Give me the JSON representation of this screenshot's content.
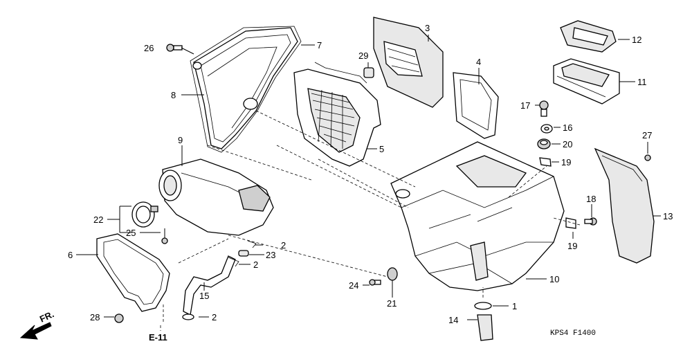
{
  "callouts": [
    {
      "id": "c1",
      "text": "1"
    },
    {
      "id": "c2a",
      "text": "2"
    },
    {
      "id": "c2b",
      "text": "2"
    },
    {
      "id": "c2c",
      "text": "2"
    },
    {
      "id": "c3",
      "text": "3"
    },
    {
      "id": "c4",
      "text": "4"
    },
    {
      "id": "c5",
      "text": "5"
    },
    {
      "id": "c6",
      "text": "6"
    },
    {
      "id": "c7",
      "text": "7"
    },
    {
      "id": "c8",
      "text": "8"
    },
    {
      "id": "c9",
      "text": "9"
    },
    {
      "id": "c10",
      "text": "10"
    },
    {
      "id": "c11",
      "text": "11"
    },
    {
      "id": "c12",
      "text": "12"
    },
    {
      "id": "c13",
      "text": "13"
    },
    {
      "id": "c14",
      "text": "14"
    },
    {
      "id": "c15",
      "text": "15"
    },
    {
      "id": "c16",
      "text": "16"
    },
    {
      "id": "c17",
      "text": "17"
    },
    {
      "id": "c18",
      "text": "18"
    },
    {
      "id": "c19a",
      "text": "19"
    },
    {
      "id": "c19b",
      "text": "19"
    },
    {
      "id": "c20",
      "text": "20"
    },
    {
      "id": "c21",
      "text": "21"
    },
    {
      "id": "c22",
      "text": "22"
    },
    {
      "id": "c23",
      "text": "23"
    },
    {
      "id": "c24",
      "text": "24"
    },
    {
      "id": "c25",
      "text": "25"
    },
    {
      "id": "c26",
      "text": "26"
    },
    {
      "id": "c27",
      "text": "27"
    },
    {
      "id": "c28",
      "text": "28"
    },
    {
      "id": "c29",
      "text": "29"
    }
  ],
  "reference": "E-11",
  "front_arrow": "FR.",
  "diagram_code": "KPS4  F1400"
}
